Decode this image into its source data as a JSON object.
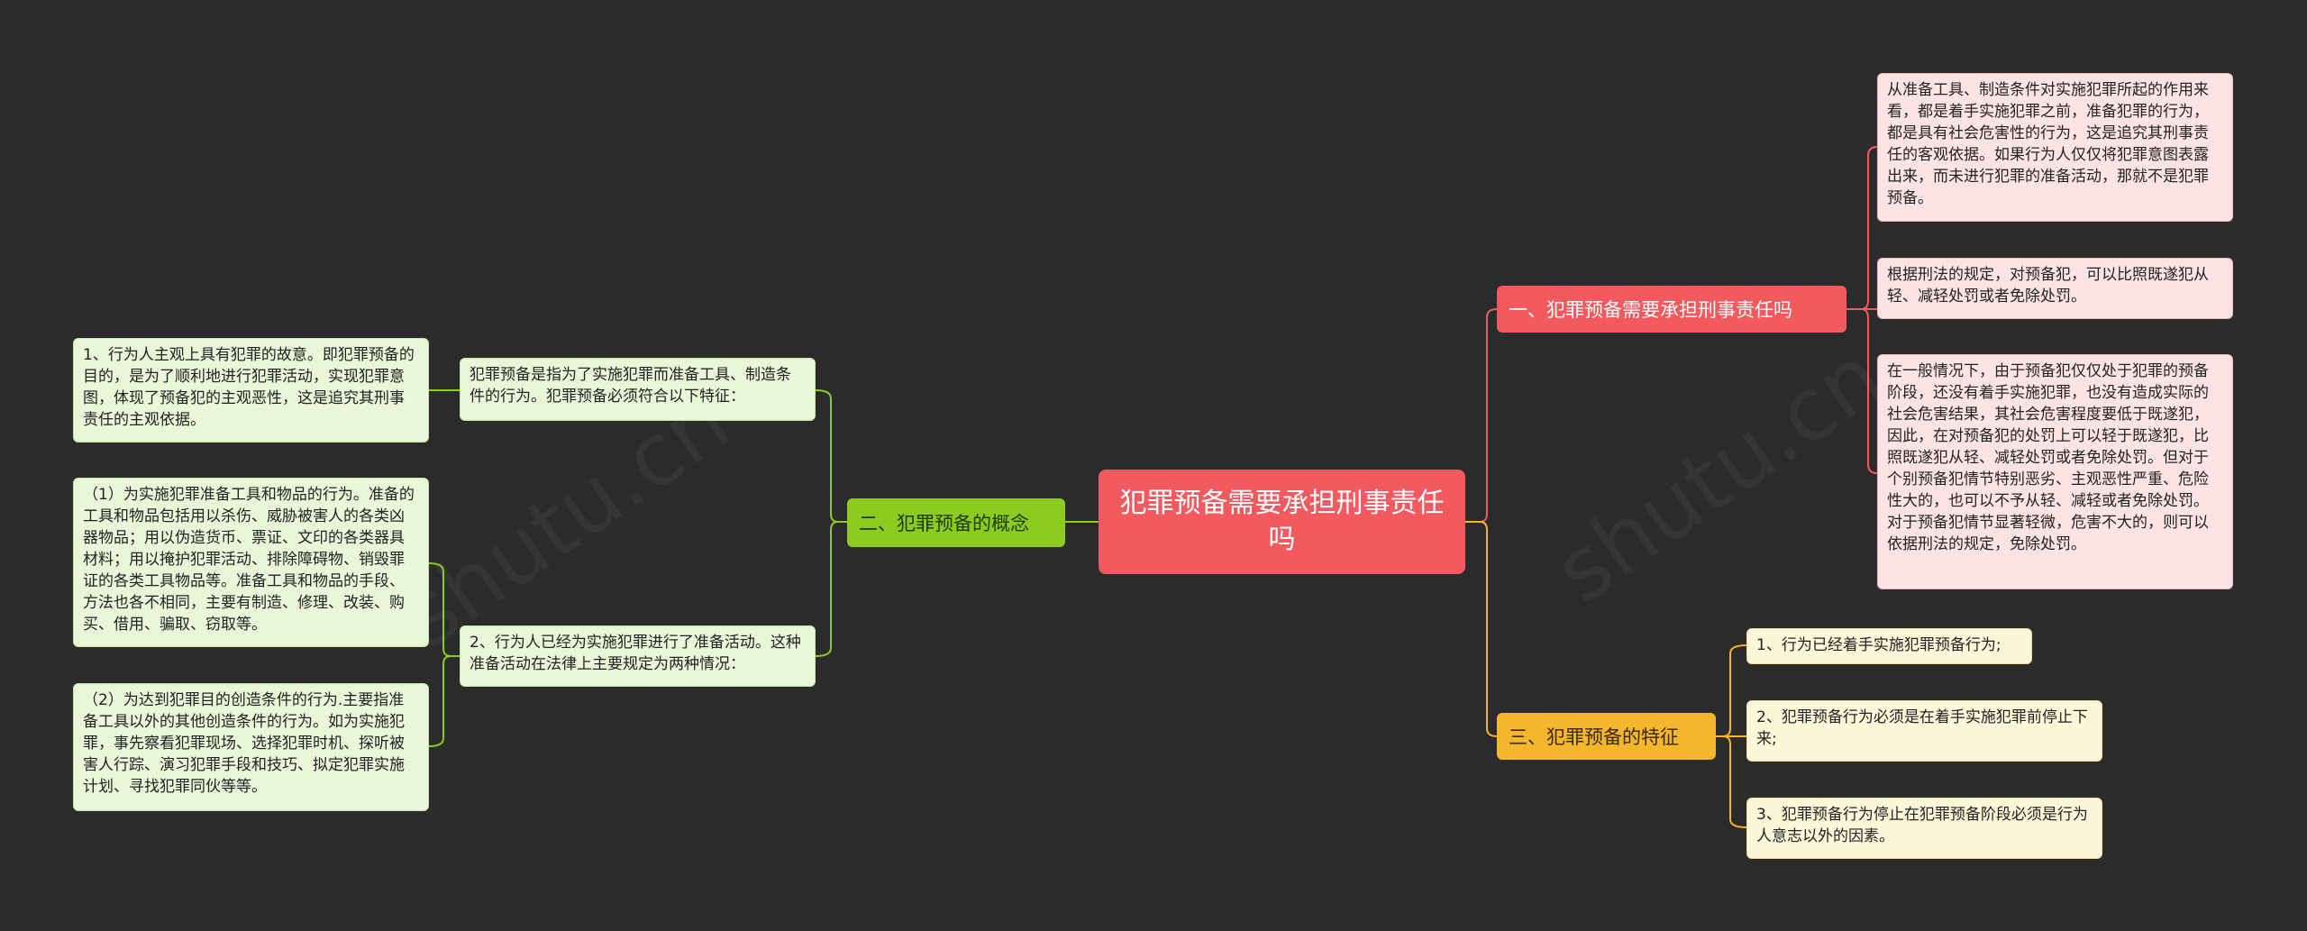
{
  "root": {
    "title": "犯罪预备需要承担刑事责任吗"
  },
  "branches": {
    "one": {
      "label": "一、犯罪预备需要承担刑事责任吗",
      "leaves": [
        "从准备工具、制造条件对实施犯罪所起的作用来看，都是着手实施犯罪之前，准备犯罪的行为，都是具有社会危害性的行为，这是追究其刑事责任的客观依据。如果行为人仅仅将犯罪意图表露出来，而未进行犯罪的准备活动，那就不是犯罪预备。",
        "根据刑法的规定，对预备犯，可以比照既遂犯从轻、减轻处罚或者免除处罚。",
        "在一般情况下，由于预备犯仅仅处于犯罪的预备阶段，还没有着手实施犯罪，也没有造成实际的社会危害结果，其社会危害程度要低于既遂犯，因此，在对预备犯的处罚上可以轻于既遂犯，比照既遂犯从轻、减轻处罚或者免除处罚。但对于个别预备犯情节特别恶劣、主观恶性严重、危险性大的，也可以不予从轻、减轻或者免除处罚。对于预备犯情节显著轻微，危害不大的，则可以依据刑法的规定，免除处罚。"
      ]
    },
    "two": {
      "label": "二、犯罪预备的概念",
      "mids": [
        "犯罪预备是指为了实施犯罪而准备工具、制造条件的行为。犯罪预备必须符合以下特征：",
        "2、行为人已经为实施犯罪进行了准备活动。这种准备活动在法律上主要规定为两种情况："
      ],
      "leaves": [
        "1、行为人主观上具有犯罪的故意。即犯罪预备的目的，是为了顺利地进行犯罪活动，实现犯罪意图，体现了预备犯的主观恶性，这是追究其刑事责任的主观依据。",
        "（1）为实施犯罪准备工具和物品的行为。准备的工具和物品包括用以杀伤、威胁被害人的各类凶器物品；用以伪造货币、票证、文印的各类器具材料；用以掩护犯罪活动、排除障碍物、销毁罪证的各类工具物品等。准备工具和物品的手段、方法也各不相同，主要有制造、修理、改装、购买、借用、骗取、窃取等。",
        "（2）为达到犯罪目的创造条件的行为.主要指准备工具以外的其他创造条件的行为。如为实施犯罪，事先察看犯罪现场、选择犯罪时机、探听被害人行踪、演习犯罪手段和技巧、拟定犯罪实施计划、寻找犯罪同伙等等。"
      ]
    },
    "three": {
      "label": "三、犯罪预备的特征",
      "leaves": [
        "1、行为已经着手实施犯罪预备行为;",
        "2、犯罪预备行为必须是在着手实施犯罪前停止下来;",
        "3、犯罪预备行为停止在犯罪预备阶段必须是行为人意志以外的因素。"
      ]
    }
  },
  "colors": {
    "background": "#2b2b2b",
    "red": "#f25a5f",
    "yellow": "#f5b52c",
    "green": "#8ccc20"
  }
}
